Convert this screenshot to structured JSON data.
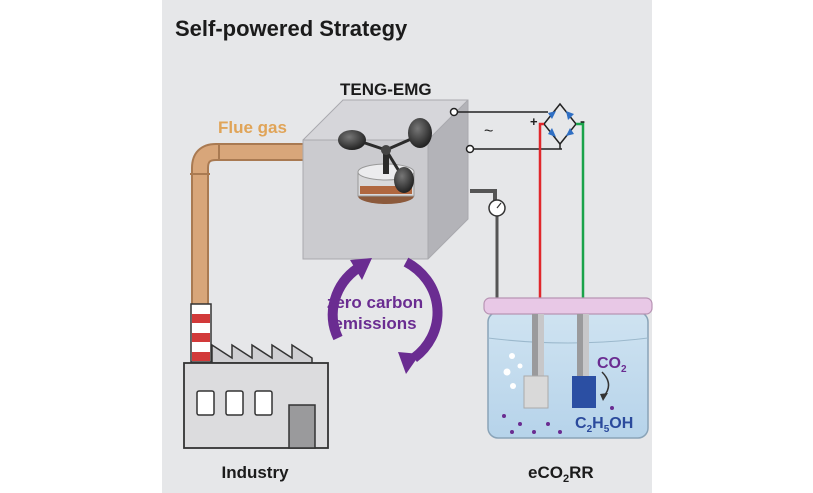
{
  "title": "Self-powered Strategy",
  "labels": {
    "teng": "TENG-EMG",
    "flue_gas": "Flue gas",
    "zero_line1": "zero carbon",
    "zero_line2": "emissions",
    "industry": "Industry",
    "eco2rr_e": "eCO",
    "eco2rr_sub": "2",
    "eco2rr_rr": "RR",
    "co2_main": "CO",
    "co2_sub": "2",
    "eth_c": "C",
    "eth_2": "2",
    "eth_h": "H",
    "eth_5": "5",
    "eth_oh": "OH",
    "plus": "+",
    "minus": "-",
    "ac": "~"
  },
  "colors": {
    "panel": "#e6e7e9",
    "pipe": "#d8a67a",
    "purple": "#6a2c91",
    "flue_text": "#e0a458",
    "wire_red": "#e0272b",
    "wire_green": "#1aa34a",
    "diode_blue": "#2f6fc4",
    "cathode": "#2b4fa3"
  },
  "icons": [
    "anemometer-icon",
    "bridge-rectifier-icon",
    "pressure-gauge-icon",
    "factory-icon",
    "cycle-arrows-icon",
    "beaker-icon"
  ]
}
